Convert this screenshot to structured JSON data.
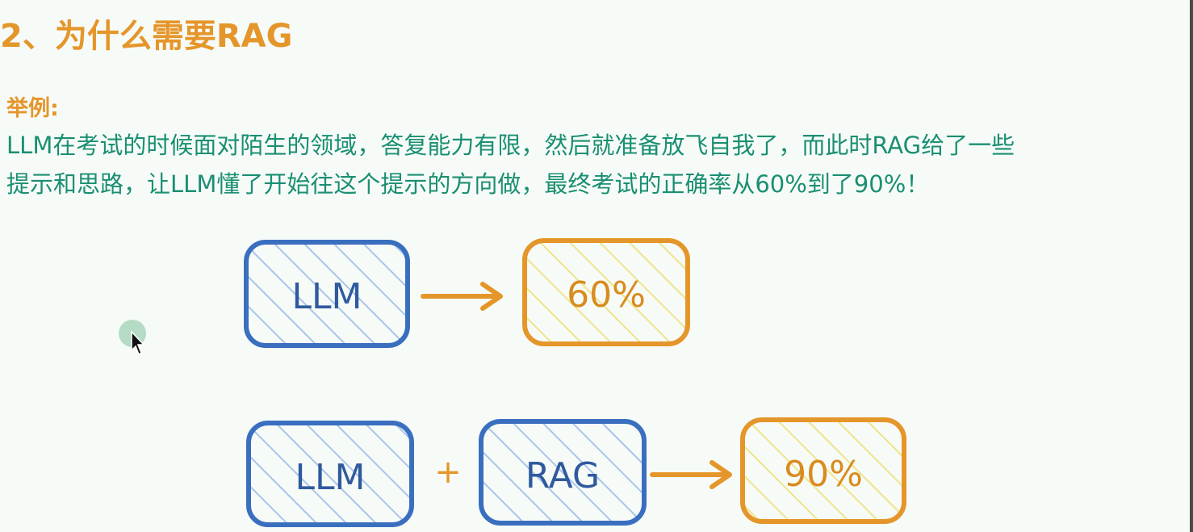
{
  "heading": {
    "title": "2、为什么需要RAG"
  },
  "example": {
    "label": "举例:",
    "line1": "LLM在考试的时候面对陌生的领域，答复能力有限，然后就准备放飞自我了，而此时RAG给了一些",
    "line2": "提示和思路，让LLM懂了开始往这个提示的方向做，最终考试的正确率从60%到了90%！"
  },
  "diagram": {
    "row1": {
      "model": "LLM",
      "result": "60%"
    },
    "row2": {
      "model": "LLM",
      "plus": "+",
      "helper": "RAG",
      "result": "90%"
    }
  },
  "colors": {
    "title": "#e5962a",
    "text": "#1a8f72",
    "blue_box": "#3a6fbf",
    "orange_box": "#e5962a",
    "yellow_hatch": "#efe48a",
    "cursor_highlight": "#9fd0b4"
  },
  "icons": {
    "arrow": "arrow-right-icon",
    "cursor": "mouse-cursor-icon"
  }
}
